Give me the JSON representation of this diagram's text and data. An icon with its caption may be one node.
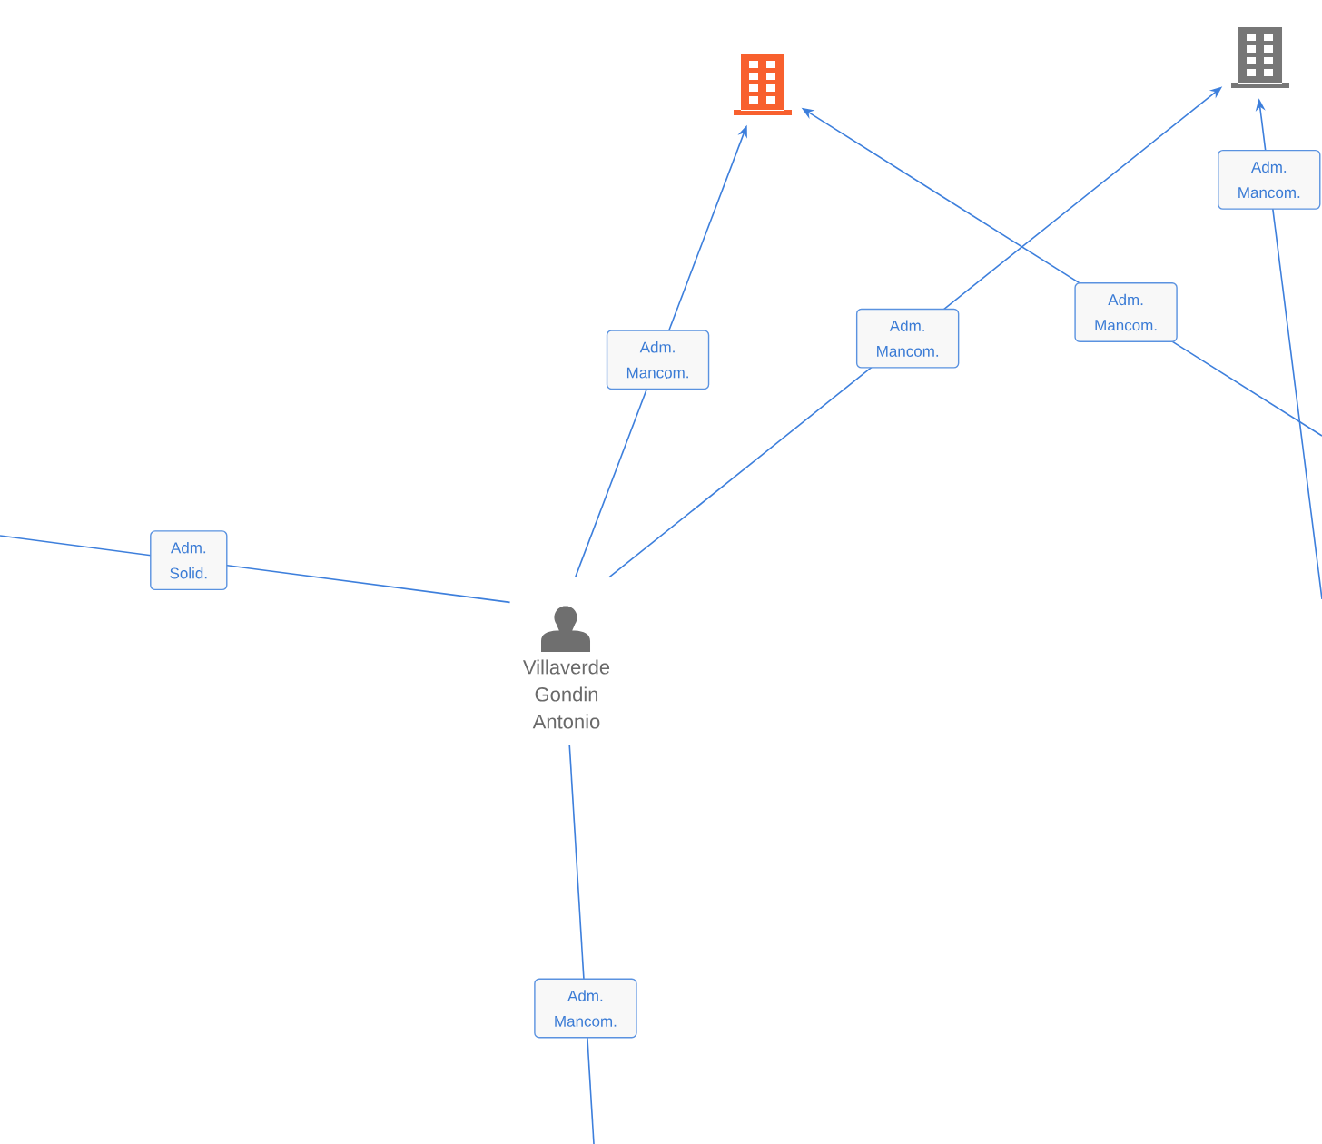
{
  "diagram": {
    "nodes": [
      {
        "text": [],
        "shape": "building"
      },
      {
        "text": [],
        "shape": "building"
      },
      {
        "text": [
          "Villaverde Gondin Antonio"
        ]
      }
    ],
    "edges": [
      {
        "from": 2,
        "to": 0,
        "arrow": "to",
        "label": "Adm. Mancom."
      },
      {
        "from": 2,
        "to": 1,
        "arrow": "to",
        "label": "Adm. Mancom."
      },
      {
        "from": null,
        "to": 0,
        "arrow": "to",
        "label": "Adm. Mancom."
      },
      {
        "from": null,
        "to": 1,
        "arrow": "to",
        "label": "Adm. Mancom."
      },
      {
        "from": 2,
        "to": null,
        "arrow": "none",
        "label": "Adm. Solid."
      },
      {
        "from": 2,
        "to": null,
        "arrow": "none",
        "label": "Adm. Mancom."
      }
    ]
  }
}
